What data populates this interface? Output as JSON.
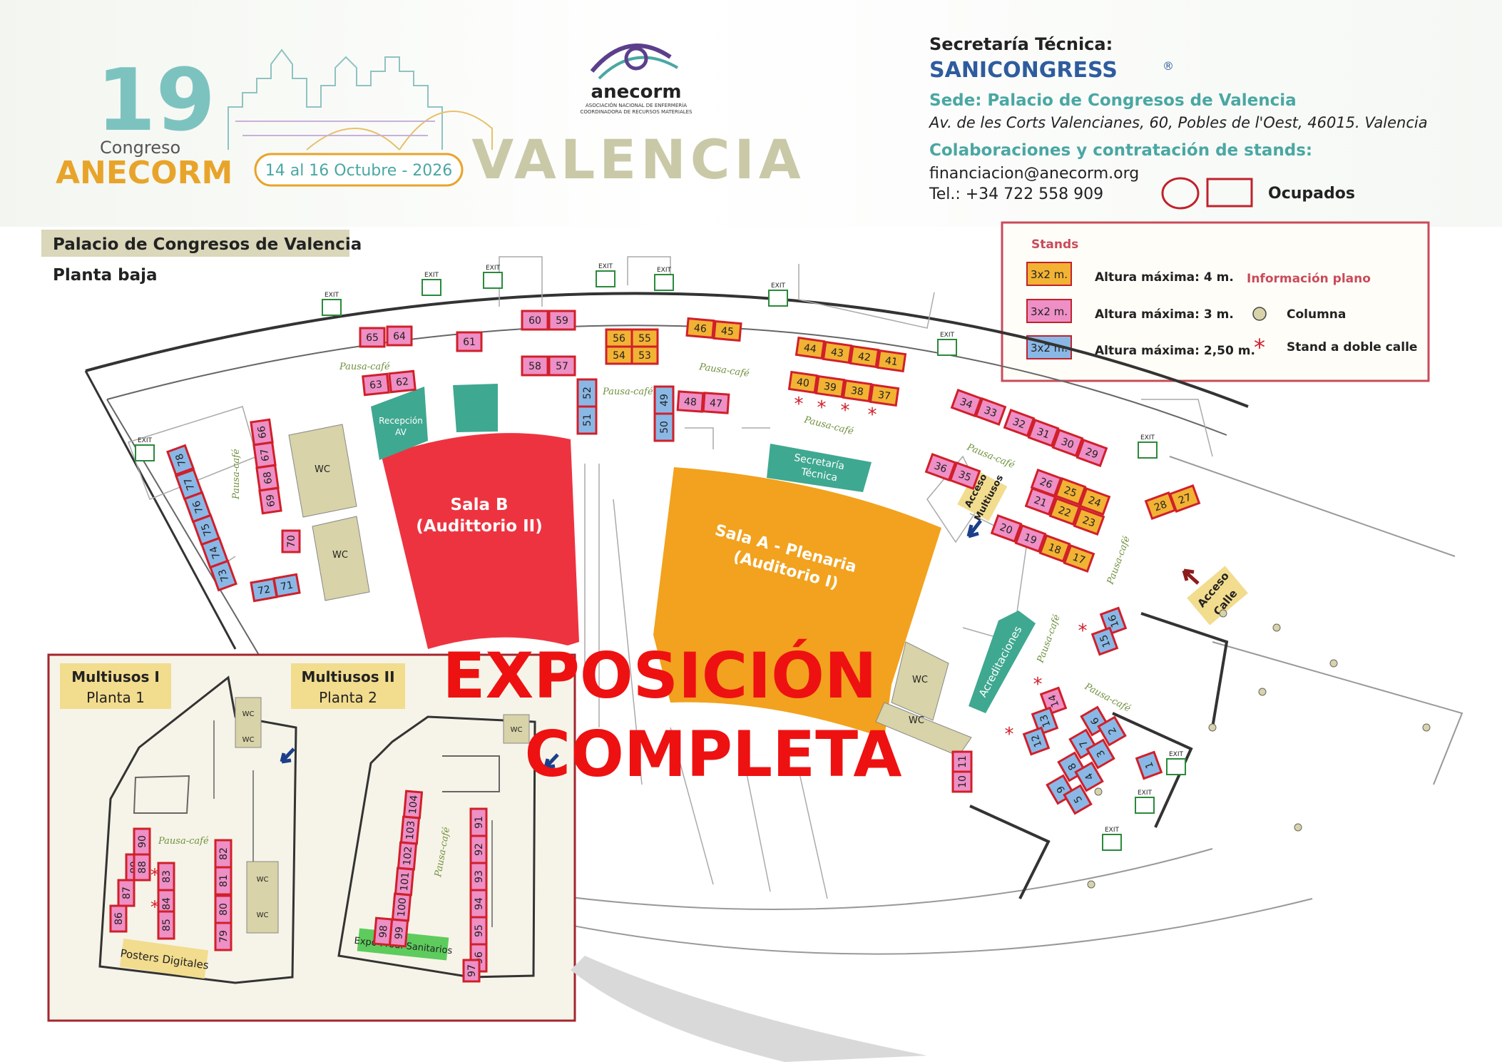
{
  "header": {
    "congress_number": "19",
    "congress_word": "Congreso",
    "congress_brand": "ANECORM",
    "dates": "14 al 16 Octubre - 2026",
    "city": "VALENCIA",
    "assoc_logo": "anecorm",
    "assoc_sub1": "ASOCIACIÓN NACIONAL DE ENFERMERÍA",
    "assoc_sub2": "COORDINADORA DE RECURSOS MATERIALES",
    "secretaria_label": "Secretaría Técnica:",
    "secretaria_logo": "SANICONGRESS",
    "registered": "®",
    "sede_label": "Sede: Palacio de Congresos de Valencia",
    "address": "Av. de les Corts Valencianes, 60, Pobles de l'Oest, 46015. Valencia",
    "collab_label": "Colaboraciones y contratación de stands:",
    "email": "financiacion@anecorm.org",
    "phone": "Tel.: +34 722 558 909",
    "occupied_label": "Ocupados"
  },
  "venue": {
    "name": "Palacio de Congresos de Valencia",
    "floor": "Planta baja"
  },
  "legend": {
    "title": "Stands",
    "info_title": "Información plano",
    "items": [
      {
        "size": "3x2 m.",
        "height": "Altura máxima: 4 m.",
        "color": "#f2b233"
      },
      {
        "size": "3x2 m.",
        "height": "Altura máxima: 3 m.",
        "color": "#ee8fc6"
      },
      {
        "size": "3x2 m.",
        "height": "Altura máxima: 2,50 m.",
        "color": "#8ab8e6"
      }
    ],
    "columna": "Columna",
    "doble_calle": "Stand a doble calle"
  },
  "rooms": {
    "sala_b_1": "Sala B",
    "sala_b_2": "(Audittorio II)",
    "sala_a_1": "Sala A - Plenaria",
    "sala_a_2": "(Auditorio I)",
    "recepcion_1": "Recepción",
    "recepcion_2": "AV",
    "secretaria_1": "Secretaría",
    "secretaria_2": "Técnica",
    "acreditaciones": "Acreditaciones",
    "acceso_multiusos_1": "Acceso",
    "acceso_multiusos_2": "Multiusos",
    "acceso_calle_1": "Acceso",
    "acceso_calle_2": "Calle",
    "wc": "WC",
    "pausa": "Pausa-café",
    "exit": "EXIT"
  },
  "inset": {
    "multiusos1_title": "Multiusos I",
    "multiusos1_floor": "Planta 1",
    "multiusos2_title": "Multiusos II",
    "multiusos2_floor": "Planta 2",
    "posters": "Posters Digitales",
    "expo": "Expo Prod. Sanitarios"
  },
  "overlay": {
    "line1": "EXPOSICIÓN",
    "line2": "COMPLETA"
  },
  "stands": [
    {
      "n": "65",
      "c": "pink"
    },
    {
      "n": "64",
      "c": "pink"
    },
    {
      "n": "61",
      "c": "pink"
    },
    {
      "n": "60",
      "c": "pink"
    },
    {
      "n": "59",
      "c": "pink"
    },
    {
      "n": "58",
      "c": "pink"
    },
    {
      "n": "57",
      "c": "pink"
    },
    {
      "n": "56",
      "c": "orange"
    },
    {
      "n": "55",
      "c": "orange"
    },
    {
      "n": "54",
      "c": "orange"
    },
    {
      "n": "53",
      "c": "orange"
    },
    {
      "n": "46",
      "c": "orange"
    },
    {
      "n": "45",
      "c": "orange"
    },
    {
      "n": "44",
      "c": "orange"
    },
    {
      "n": "43",
      "c": "orange"
    },
    {
      "n": "42",
      "c": "orange"
    },
    {
      "n": "41",
      "c": "orange"
    },
    {
      "n": "40",
      "c": "orange"
    },
    {
      "n": "39",
      "c": "orange"
    },
    {
      "n": "38",
      "c": "orange"
    },
    {
      "n": "37",
      "c": "orange"
    },
    {
      "n": "63",
      "c": "pink"
    },
    {
      "n": "62",
      "c": "pink"
    },
    {
      "n": "52",
      "c": "blue"
    },
    {
      "n": "51",
      "c": "blue"
    },
    {
      "n": "49",
      "c": "blue"
    },
    {
      "n": "50",
      "c": "blue"
    },
    {
      "n": "48",
      "c": "pink"
    },
    {
      "n": "47",
      "c": "pink"
    },
    {
      "n": "34",
      "c": "pink"
    },
    {
      "n": "33",
      "c": "pink"
    },
    {
      "n": "32",
      "c": "pink"
    },
    {
      "n": "31",
      "c": "pink"
    },
    {
      "n": "30",
      "c": "pink"
    },
    {
      "n": "29",
      "c": "pink"
    },
    {
      "n": "36",
      "c": "pink"
    },
    {
      "n": "35",
      "c": "pink"
    },
    {
      "n": "26",
      "c": "pink"
    },
    {
      "n": "25",
      "c": "orange"
    },
    {
      "n": "24",
      "c": "orange"
    },
    {
      "n": "21",
      "c": "pink"
    },
    {
      "n": "22",
      "c": "orange"
    },
    {
      "n": "23",
      "c": "orange"
    },
    {
      "n": "28",
      "c": "orange"
    },
    {
      "n": "27",
      "c": "orange"
    },
    {
      "n": "20",
      "c": "pink"
    },
    {
      "n": "19",
      "c": "pink"
    },
    {
      "n": "18",
      "c": "orange"
    },
    {
      "n": "17",
      "c": "orange"
    },
    {
      "n": "16",
      "c": "blue"
    },
    {
      "n": "15",
      "c": "blue"
    },
    {
      "n": "14",
      "c": "pink"
    },
    {
      "n": "13",
      "c": "blue"
    },
    {
      "n": "12",
      "c": "blue"
    },
    {
      "n": "6",
      "c": "blue"
    },
    {
      "n": "2",
      "c": "blue"
    },
    {
      "n": "7",
      "c": "blue"
    },
    {
      "n": "3",
      "c": "blue"
    },
    {
      "n": "8",
      "c": "blue"
    },
    {
      "n": "4",
      "c": "blue"
    },
    {
      "n": "9",
      "c": "blue"
    },
    {
      "n": "5",
      "c": "blue"
    },
    {
      "n": "1",
      "c": "blue"
    },
    {
      "n": "11",
      "c": "pink"
    },
    {
      "n": "10",
      "c": "pink"
    },
    {
      "n": "66",
      "c": "pink"
    },
    {
      "n": "67",
      "c": "pink"
    },
    {
      "n": "68",
      "c": "pink"
    },
    {
      "n": "69",
      "c": "pink"
    },
    {
      "n": "70",
      "c": "pink"
    },
    {
      "n": "78",
      "c": "blue"
    },
    {
      "n": "77",
      "c": "blue"
    },
    {
      "n": "76",
      "c": "blue"
    },
    {
      "n": "75",
      "c": "blue"
    },
    {
      "n": "74",
      "c": "blue"
    },
    {
      "n": "73",
      "c": "blue"
    },
    {
      "n": "72",
      "c": "blue"
    },
    {
      "n": "71",
      "c": "blue"
    },
    {
      "n": "90",
      "c": "pink"
    },
    {
      "n": "89",
      "c": "pink"
    },
    {
      "n": "88",
      "c": "pink"
    },
    {
      "n": "87",
      "c": "pink"
    },
    {
      "n": "86",
      "c": "pink"
    },
    {
      "n": "83",
      "c": "pink"
    },
    {
      "n": "84",
      "c": "pink"
    },
    {
      "n": "85",
      "c": "pink"
    },
    {
      "n": "82",
      "c": "pink"
    },
    {
      "n": "81",
      "c": "pink"
    },
    {
      "n": "80",
      "c": "pink"
    },
    {
      "n": "79",
      "c": "pink"
    },
    {
      "n": "104",
      "c": "pink"
    },
    {
      "n": "103",
      "c": "pink"
    },
    {
      "n": "102",
      "c": "pink"
    },
    {
      "n": "101",
      "c": "pink"
    },
    {
      "n": "100",
      "c": "pink"
    },
    {
      "n": "99",
      "c": "pink"
    },
    {
      "n": "98",
      "c": "pink"
    },
    {
      "n": "91",
      "c": "pink"
    },
    {
      "n": "92",
      "c": "pink"
    },
    {
      "n": "93",
      "c": "pink"
    },
    {
      "n": "94",
      "c": "pink"
    },
    {
      "n": "95",
      "c": "pink"
    },
    {
      "n": "96",
      "c": "pink"
    },
    {
      "n": "97",
      "c": "pink"
    }
  ],
  "colors": {
    "stand_border": "#d0202a",
    "orange": "#f2b233",
    "pink": "#ee8fc6",
    "blue": "#8ab8e6",
    "sala_b": "#ee3340",
    "sala_a": "#f2a21e",
    "teal": "#3fa890",
    "wc": "#d8d3a8",
    "overlay": "#ee1111"
  }
}
